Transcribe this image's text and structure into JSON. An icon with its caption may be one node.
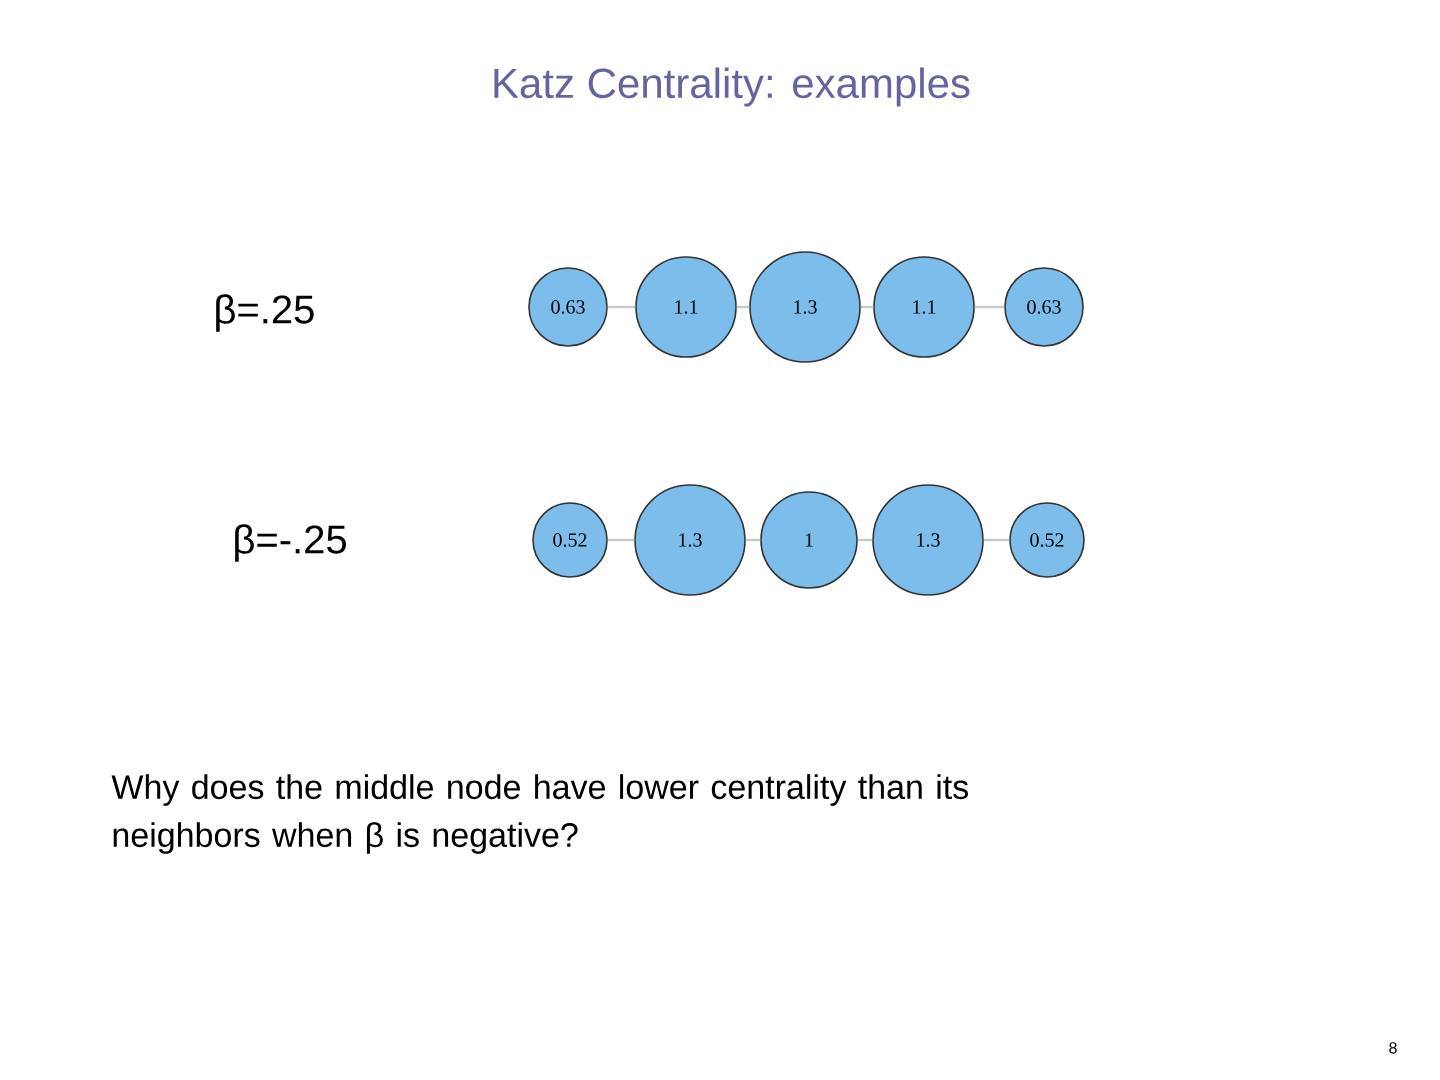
{
  "diagram": {
    "title": "Katz Centrality: examples",
    "nodes": [
      {
        "text": [
          "0.63"
        ]
      },
      {
        "text": [
          "1.1"
        ]
      },
      {
        "text": [
          "1.3"
        ]
      },
      {
        "text": [
          "1.1"
        ]
      },
      {
        "text": [
          "0.63"
        ]
      },
      {
        "text": [
          "0.52"
        ]
      },
      {
        "text": [
          "1.3"
        ]
      },
      {
        "text": [
          "1"
        ]
      },
      {
        "text": [
          "1.3"
        ]
      },
      {
        "text": [
          "0.52"
        ]
      }
    ],
    "edges": [
      {
        "from": 0,
        "to": 1,
        "arrow": "none"
      },
      {
        "from": 1,
        "to": 2,
        "arrow": "none"
      },
      {
        "from": 2,
        "to": 3,
        "arrow": "none"
      },
      {
        "from": 3,
        "to": 4,
        "arrow": "none"
      },
      {
        "from": 5,
        "to": 6,
        "arrow": "none"
      },
      {
        "from": 6,
        "to": 7,
        "arrow": "none"
      },
      {
        "from": 7,
        "to": 8,
        "arrow": "none"
      },
      {
        "from": 8,
        "to": 9,
        "arrow": "none"
      }
    ],
    "labels": [
      "β=.25",
      "β=-.25",
      "Why does the middle node have lower centrality than its neighbors when β is negative?",
      "8"
    ]
  }
}
